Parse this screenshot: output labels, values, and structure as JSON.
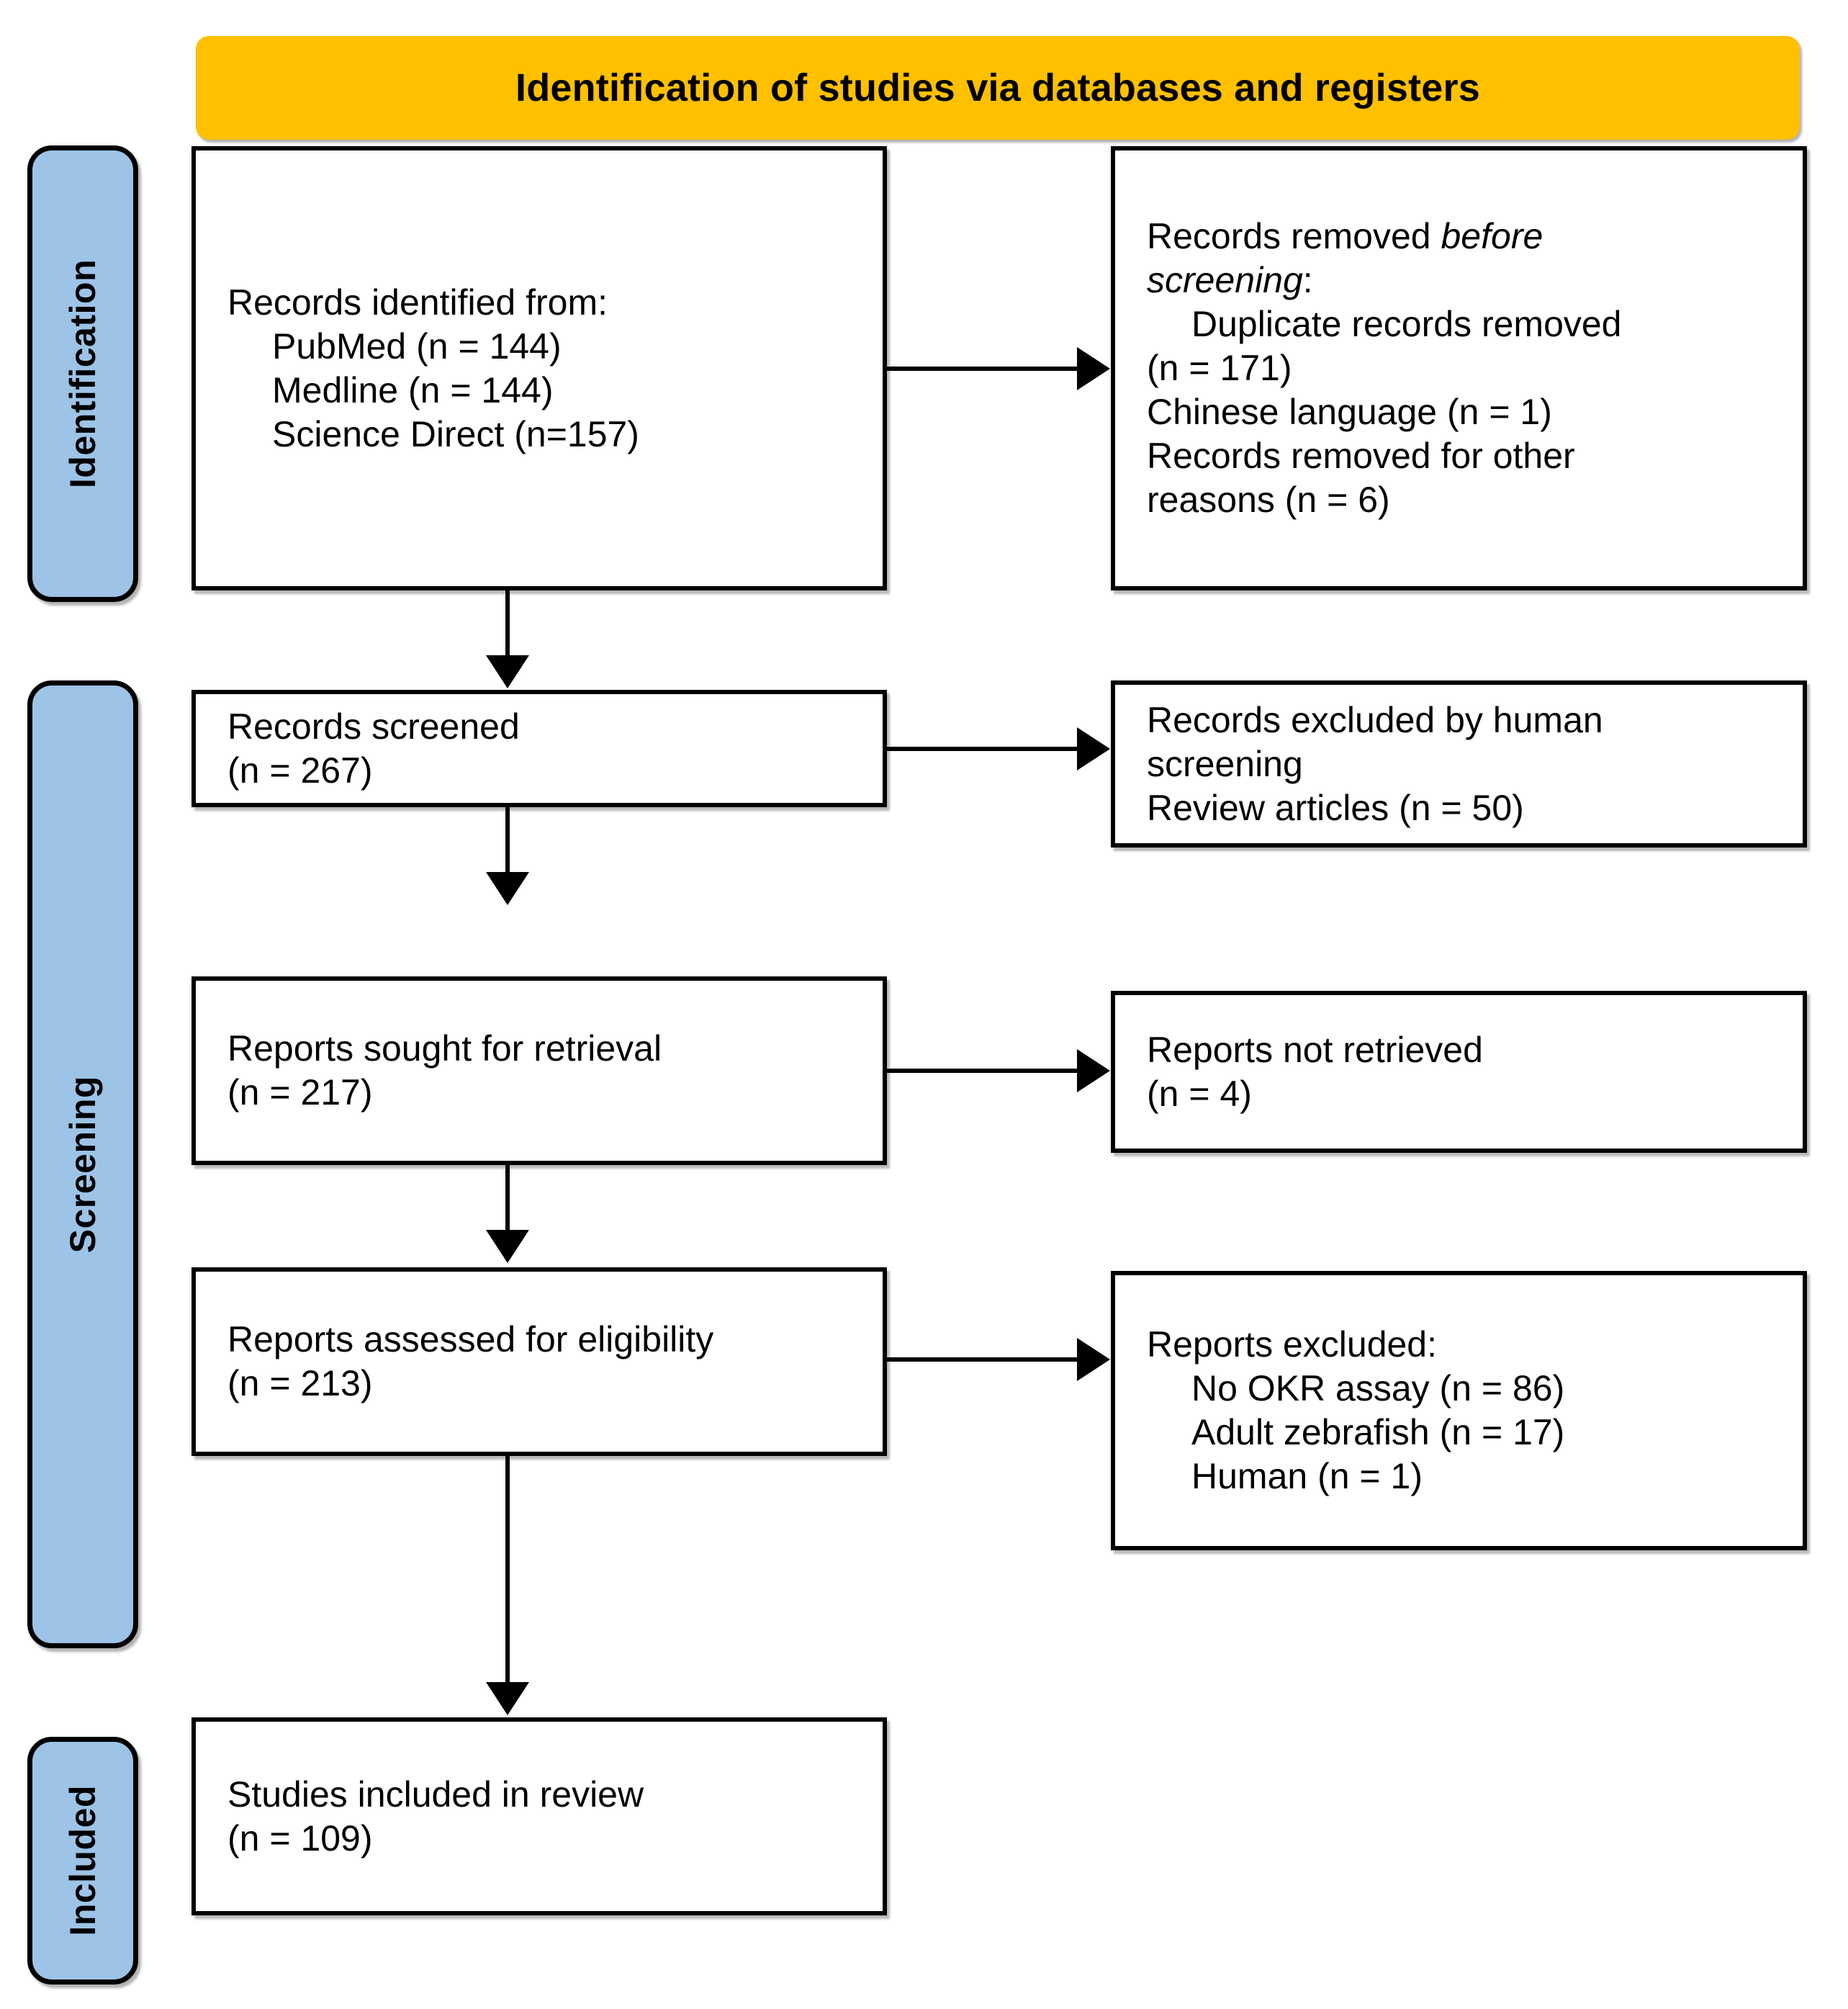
{
  "banner": {
    "title": "Identification of studies via databases and registers",
    "color": "#FFC000"
  },
  "stage_labels": {
    "identification": "Identification",
    "screening": "Screening",
    "included": "Included",
    "color": "#9DC3E6"
  },
  "boxes": {
    "records_identified": {
      "line1": "Records identified from:",
      "line2": "PubMed (n = 144)",
      "line3": "Medline (n = 144)",
      "line4": "Science Direct (n=157)"
    },
    "records_removed": {
      "line1a": "Records removed ",
      "line1b": "before",
      "line2a": "screening",
      "line2b": ":",
      "line3": "Duplicate records removed",
      "line4": "(n = 171)",
      "line5": "Chinese language (n = 1)",
      "line6": "Records removed for other",
      "line7": "reasons (n = 6)"
    },
    "records_screened": {
      "line1": "Records screened",
      "line2": "(n = 267)"
    },
    "records_excluded": {
      "line1": "Records excluded by human",
      "line2": "screening",
      "line3": "Review articles (n = 50)"
    },
    "reports_sought": {
      "line1": "Reports sought for retrieval",
      "line2": "(n = 217)"
    },
    "reports_not_retrieved": {
      "line1": "Reports not retrieved",
      "line2": "(n = 4)"
    },
    "reports_assessed": {
      "line1": "Reports assessed for eligibility",
      "line2": "(n = 213)"
    },
    "reports_excluded": {
      "line1": "Reports excluded:",
      "line2": "No OKR assay (n = 86)",
      "line3": "Adult zebrafish (n = 17)",
      "line4": "Human (n = 1)"
    },
    "studies_included": {
      "line1": "Studies included in review",
      "line2": "(n = 109)"
    }
  }
}
